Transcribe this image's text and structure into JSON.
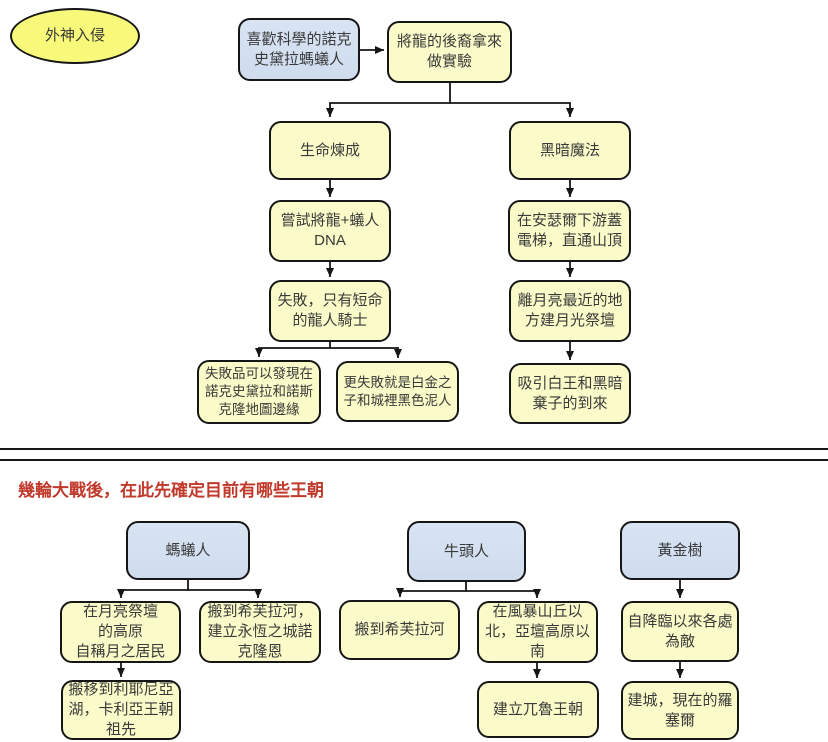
{
  "colors": {
    "node_yellow": "#fbfbca",
    "node_blue": "#d8e4f3",
    "ellipse_yellow": "#f8f87a",
    "heading_red": "#c0392b",
    "line": "#171717"
  },
  "section2": {
    "heading": "幾輪大戰後，在此先確定目前有哪些王朝"
  },
  "nodes": {
    "outer_god": "外神入侵",
    "science_ants": "喜歡科學的諾克\n史黛拉螞蟻人",
    "experiment": "將龍的後裔拿來\n做實驗",
    "life_alchemy": "生命煉成",
    "dark_magic": "黑暗魔法",
    "dna_attempt": "嘗試將龍+蟻人\nDNA",
    "elevator": "在安瑟爾下游蓋\n電梯，直通山頂",
    "failure": "失敗，只有短命\n的龍人騎士",
    "moon_altar": "離月亮最近的地\n方建月光祭壇",
    "failed_products": "失敗品可以發現在\n諾克史黛拉和諾斯\n克隆地圖邊緣",
    "more_failed": "更失敗就是白金之\n子和城裡黑色泥人",
    "attract": "吸引白王和黑暗\n棄子的到來",
    "ants": "螞蟻人",
    "minotaur": "牛頭人",
    "erdtree": "黃金樹",
    "moon_plateau": "在月亮祭壇\n的高原\n自稱月之居民",
    "shifra_city": "搬到希芙拉河，\n建立永恆之城諾\n克隆恩",
    "liurnia": "搬移到利耶尼亞\n湖，卡利亞王朝\n祖先",
    "move_shifra": "搬到希芙拉河",
    "storm_hill": "在風暴山丘以\n北，亞壇高原以\n南",
    "uhl_dynasty": "建立兀魯王朝",
    "erdtree_enemy": "自降臨以來各處\n為敵",
    "leyndell": "建城，現在的羅\n塞爾"
  },
  "edges": [
    [
      "science_ants",
      "experiment"
    ],
    [
      "experiment",
      "life_alchemy"
    ],
    [
      "experiment",
      "dark_magic"
    ],
    [
      "life_alchemy",
      "dna_attempt"
    ],
    [
      "dna_attempt",
      "failure"
    ],
    [
      "failure",
      "failed_products"
    ],
    [
      "failure",
      "more_failed"
    ],
    [
      "dark_magic",
      "elevator"
    ],
    [
      "elevator",
      "moon_altar"
    ],
    [
      "moon_altar",
      "attract"
    ],
    [
      "ants",
      "moon_plateau"
    ],
    [
      "ants",
      "shifra_city"
    ],
    [
      "moon_plateau",
      "liurnia"
    ],
    [
      "minotaur",
      "move_shifra"
    ],
    [
      "minotaur",
      "storm_hill"
    ],
    [
      "storm_hill",
      "uhl_dynasty"
    ],
    [
      "erdtree",
      "erdtree_enemy"
    ],
    [
      "erdtree_enemy",
      "leyndell"
    ]
  ]
}
